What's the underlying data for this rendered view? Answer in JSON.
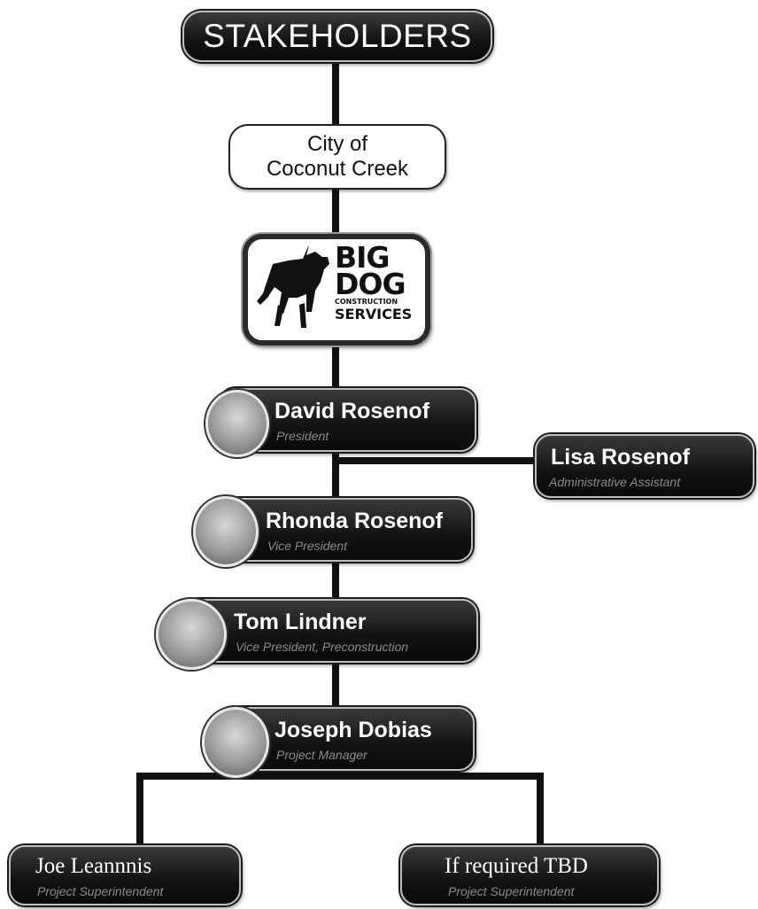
{
  "header": {
    "title": "STAKEHOLDERS"
  },
  "client": {
    "line1": "City of",
    "line2": "Coconut Creek"
  },
  "company_logo": {
    "line1": "BIG",
    "line2": "DOG",
    "line3": "CONSTRUCTION",
    "line4": "SERVICES"
  },
  "people": [
    {
      "name": "David Rosenof",
      "role": "President"
    },
    {
      "name": "Lisa Rosenof",
      "role": "Administrative Assistant"
    },
    {
      "name": "Rhonda Rosenof",
      "role": "Vice President"
    },
    {
      "name": "Tom Lindner",
      "role": "Vice President, Preconstruction"
    },
    {
      "name": "Joseph Dobias",
      "role": "Project Manager"
    },
    {
      "name": "Joe Leannnis",
      "role": "Project Superintendent"
    },
    {
      "name": "If required TBD",
      "role": "Project Superintendent"
    }
  ]
}
